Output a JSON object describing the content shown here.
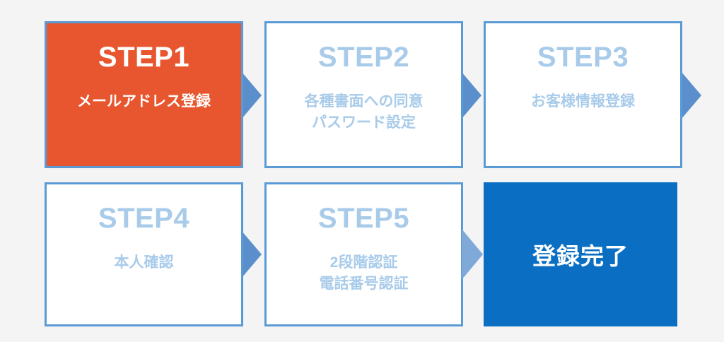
{
  "diagram": {
    "title": "registration-step-flow",
    "background_color": "#f4f4f4",
    "colors": {
      "active_fill": "#e8562f",
      "complete_fill": "#0a6fc2",
      "box_border": "#5b9bd5",
      "inactive_text": "#a8cbea",
      "active_text": "#ffffff",
      "arrow": "#5b8fcc"
    },
    "steps": [
      {
        "id": "step1",
        "title": "STEP1",
        "description": "メールアドレス登録",
        "state": "active"
      },
      {
        "id": "step2",
        "title": "STEP2",
        "description": "各種書面への同意\nパスワード設定",
        "state": "inactive"
      },
      {
        "id": "step3",
        "title": "STEP3",
        "description": "お客様情報登録",
        "state": "inactive"
      },
      {
        "id": "step4",
        "title": "STEP4",
        "description": "本人確認",
        "state": "inactive"
      },
      {
        "id": "step5",
        "title": "STEP5",
        "description": "2段階認証\n電話番号認証",
        "state": "inactive"
      }
    ],
    "completion": {
      "id": "complete",
      "label": "登録完了",
      "state": "complete"
    }
  }
}
